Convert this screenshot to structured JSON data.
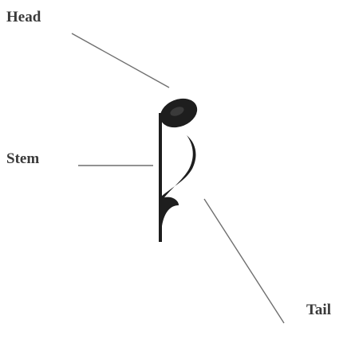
{
  "labels": {
    "head": "Head",
    "stem": "Stem",
    "tail": "Tail"
  },
  "icons": {
    "note": "eighth-note-icon"
  },
  "colors": {
    "ink": "#1e1e1e",
    "leader": "#6f6f6f",
    "text": "#3a3a3a",
    "background": "#ffffff"
  }
}
